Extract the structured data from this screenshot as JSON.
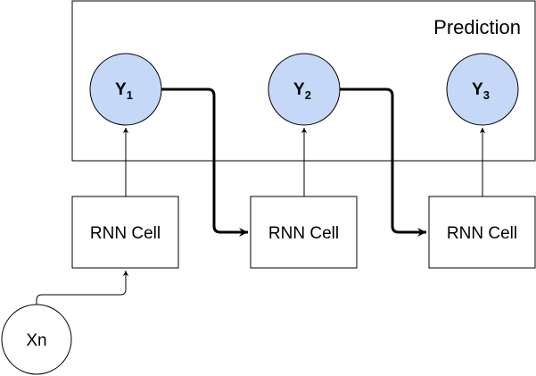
{
  "diagram": {
    "prediction_label": "Prediction",
    "outputs": [
      {
        "letter": "Y",
        "sub": "1"
      },
      {
        "letter": "Y",
        "sub": "2"
      },
      {
        "letter": "Y",
        "sub": "3"
      }
    ],
    "cells": [
      {
        "label": "RNN Cell"
      },
      {
        "label": "RNN Cell"
      },
      {
        "label": "RNN Cell"
      }
    ],
    "input": {
      "label": "Xn"
    },
    "colors": {
      "output_fill": "#c5d8f7",
      "stroke": "#000000",
      "background": "#ffffff"
    }
  }
}
